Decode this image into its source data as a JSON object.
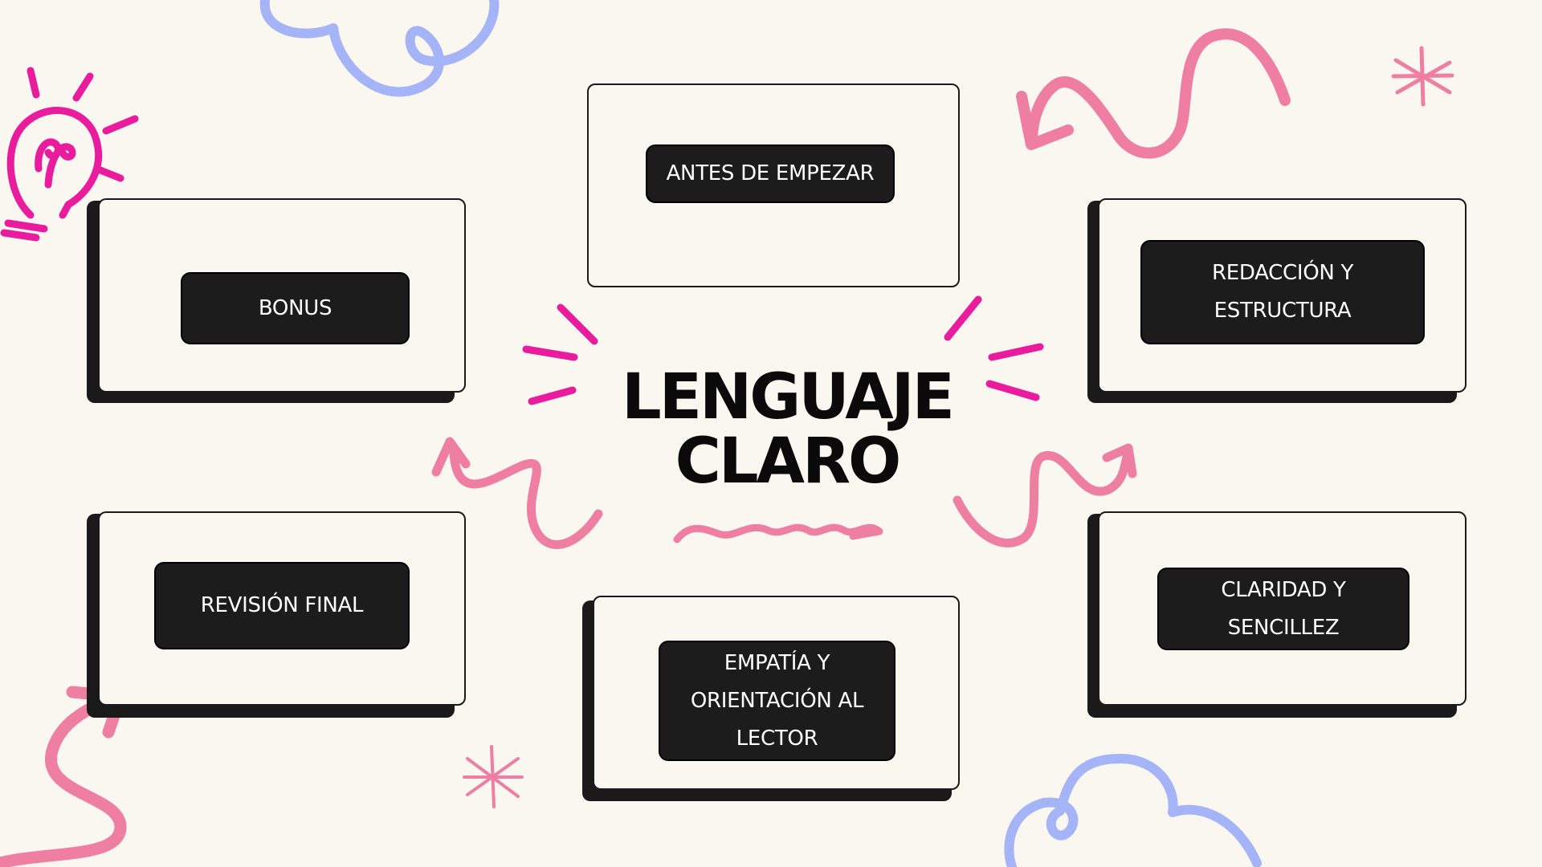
{
  "title": {
    "line1": "LENGUAJE",
    "line2": "CLARO"
  },
  "nodes": {
    "antes": "ANTES DE EMPEZAR",
    "bonus": "BONUS",
    "redaccion": {
      "line1": "REDACCIÓN Y",
      "line2": "ESTRUCTURA"
    },
    "revision": "REVISIÓN FINAL",
    "empatia": {
      "line1": "EMPATÍA Y",
      "line2": "ORIENTACIÓN AL",
      "line3": "LECTOR"
    },
    "claridad": {
      "line1": "CLARIDAD Y",
      "line2": "SENCILLEZ"
    }
  },
  "colors": {
    "background": "#FAF7F0",
    "card_border": "#1a1a1a",
    "pill": "#1c1c1c",
    "magenta": "#E81C9C",
    "pink": "#EE7FA3",
    "periwinkle": "#A5B3F7"
  }
}
